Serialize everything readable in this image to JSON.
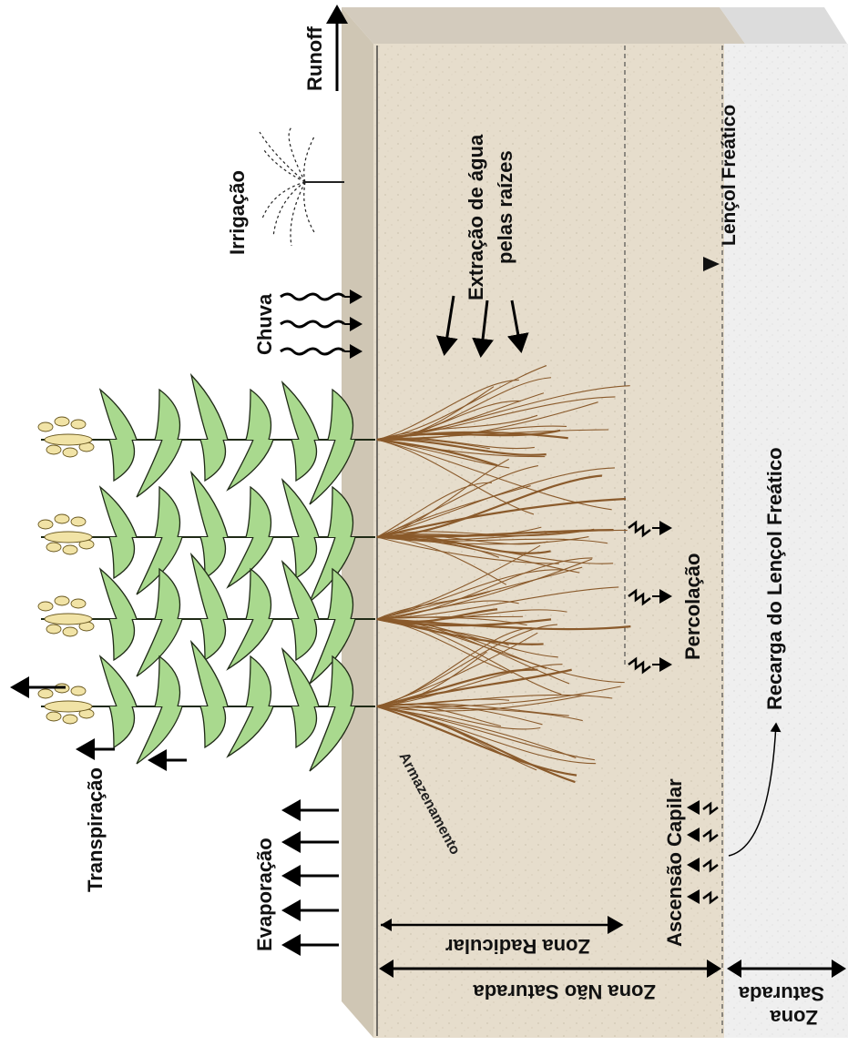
{
  "labels": {
    "runoff": "Runoff",
    "irrigation": "Irrigação",
    "rain": "Chuva",
    "transpiration": "Transpiração",
    "evaporation": "Evaporação",
    "root_extraction_line1": "Extração de água",
    "root_extraction_line2": "pelas raízes",
    "water_table": "Lençol Freático",
    "percolation": "Percolação",
    "recharge": "Recarga do Lençol Freático",
    "capillary_rise": "Ascensão Capilar",
    "storage": "Armazenamento",
    "root_zone": "Zona Radicular",
    "unsaturated_zone": "Zona Não Saturada",
    "saturated_zone_line1": "Zona",
    "saturated_zone_line2": "Saturada"
  },
  "colors": {
    "soil": "#e6ddcc",
    "soil_top": "#d3cbbd",
    "soil_side": "#cfc6b4",
    "saturated": "#efefef",
    "saturated_top": "#dcdcdc",
    "leaf": "#a9d98e",
    "leaf_stroke": "#1f2a16",
    "root": "#8a5a2b",
    "tassel": "#f1e3a6"
  }
}
